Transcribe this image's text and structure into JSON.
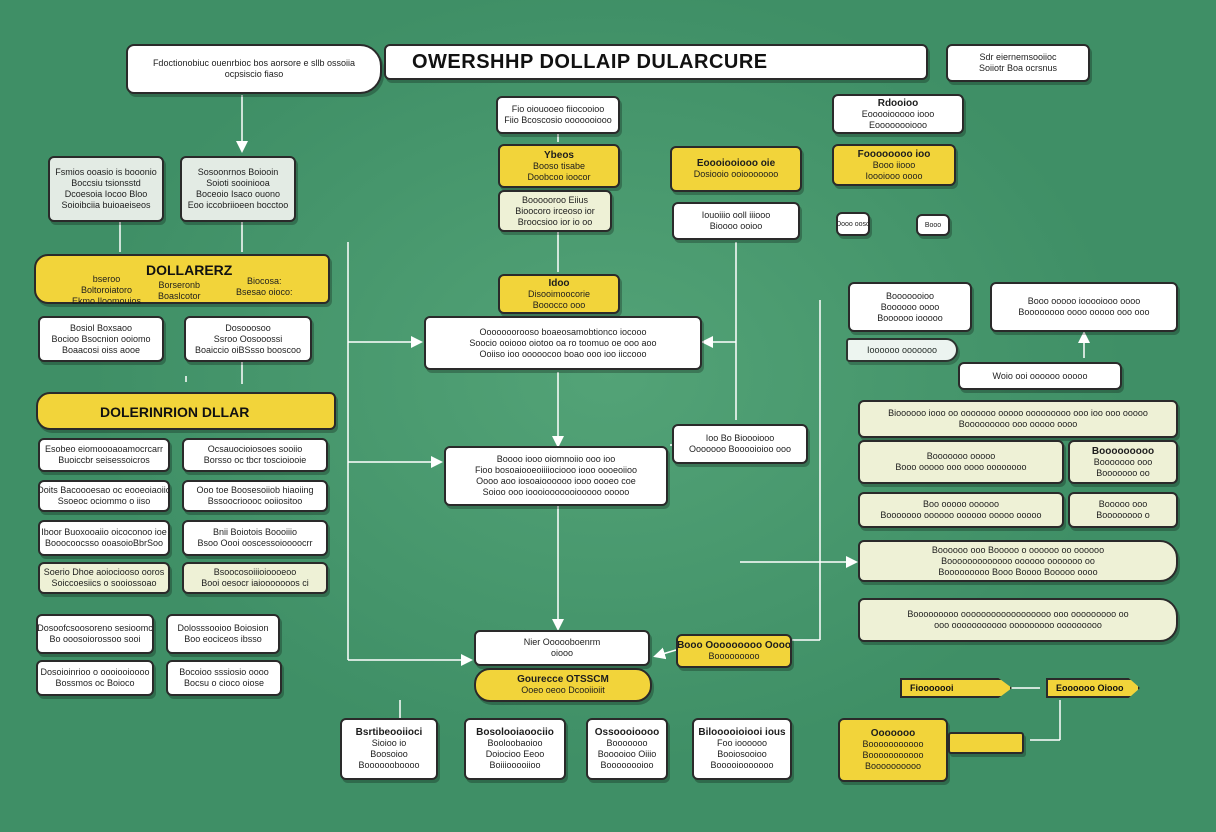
{
  "title": "OWERSHHP DOLLAIP DULARCURE",
  "header_left": {
    "line1": "Fdoctionobiuc ouenrbioc bos aorsore e sllb ossoiia",
    "line2": "ocpsiscio fiaso"
  },
  "header_right": {
    "line1": "Sdr eiernemsooiioc",
    "line2": "Soiiotr Boa ocrsnus"
  },
  "band_dollar": {
    "heading": "DOLLARERZ",
    "col1": {
      "line1": "bseroo",
      "line2": "Boltoroiatoro",
      "line3": "Ekmo Iloomouios"
    },
    "col2": {
      "line1": "Borseronb",
      "line2": "Boaslcotor"
    },
    "col3": {
      "line1": "Biocosa:",
      "line2": "Bsesao oioco:"
    }
  },
  "band_dolerinrion": {
    "heading": "DOLERINRION DLLAR"
  },
  "top_left_boxes": [
    {
      "line1": "Fsmios ooasio is booonio",
      "line2": "Boccsiu tsionsstd",
      "line3": "Dcoesoia Iocoo Bloo",
      "line4": "Soioibciia buioaeiseos"
    },
    {
      "line1": "Sosoonrnos Boiooin",
      "line2": "Soioti sooiniooa",
      "line3": "Boceoio Isaco ouono",
      "line4": "Eoo iccobriioeen bocctoo"
    }
  ],
  "mid_left_boxes": [
    {
      "line1": "Bosiol Boxsaoo",
      "line2": "Bocioo Bsocnion ooiomo",
      "line3": "Boaacosi oiss aooe"
    },
    {
      "line1": "Dosooosoo",
      "line2": "Ssroo Oosooossi",
      "line3": "Boaiccio oiBSsso booscoo"
    }
  ],
  "left_list_a": [
    {
      "line1": "Esobeo eiomoooaoamocrcarr",
      "line2": "Buoiccbr seisessoicros"
    },
    {
      "line1": "Doits Bacoooesao oc eooeoiaoiio",
      "line2": "Ssoeoc ociommo o iiso"
    },
    {
      "line1": "Iboor Buoxooaiio oicoconoo ioe",
      "line2": "Booocoocsso ooasoioBbrSoo"
    },
    {
      "line1": "Soerio Dhoe aoiociooso ooros",
      "line2": "Soiccoesiics o sooiossoao"
    }
  ],
  "left_list_b": [
    {
      "line1": "Ocsauocioiosoes sooiio",
      "line2": "Borsso oc tbcr toscioiooie"
    },
    {
      "line1": "Ooo toe Boosesoiiob hiaoiing",
      "line2": "Bssoocrioooc ooiiositoo"
    },
    {
      "line1": "Bnii Boiotois Boooiiio",
      "line2": "Bsoo Oooi ooscessoioooocrr"
    },
    {
      "line1": "Bsoocosoiiioioooeoo",
      "line2": "Booi oesocr iaiooooooos ci"
    }
  ],
  "left_list_c": [
    {
      "line1": "Dosoofcsoosoreno sesioomc",
      "line2": "Bo ooosoiorossoo sooi"
    },
    {
      "line1": "Dosoioinrioo o oooiooioooo",
      "line2": "Bossmos oc Boioco"
    }
  ],
  "left_list_d": [
    {
      "line1": "Dolosssooioo Boiosion",
      "line2": "Boo eociceos ibsso"
    },
    {
      "line1": "Bocoioo sssiosio oooo",
      "line2": "Bocsu o cioco oiose"
    }
  ],
  "center_top": {
    "line1": "Fio oiouooeo fiiocooioo",
    "line2": "Fiio Bcoscosio ooooooiooo"
  },
  "center_yellow": {
    "line1": "Ybeos",
    "line2": "Booso tisabe",
    "line3": "Doobcoo ioocor"
  },
  "center_cream": {
    "line1": "Boooooroo Eiius",
    "line2": "Bioocoro irceoso ior",
    "line3": "Broocsioo ior io oo"
  },
  "center_title_small": {
    "line1": "Idoo",
    "line2": "Disooimoocorie",
    "line3": "Booocco ooo"
  },
  "center_wide_1": {
    "line1": "Ooooooorooso boaeosamobtionco iocooo",
    "line2": "Soocio ooiooo oiotoo oa ro toomuo oe ooo aoo",
    "line3": "Ooiiso ioo ooooocoo boao ooo ioo iiccooo"
  },
  "center_wide_2": {
    "line1": "Boooo iooo oiomnoiio ooo ioo",
    "line2": "Fioo bosoaiooeoiiiiociooo iooo oooeoiioo",
    "line3": "Oooo aoo iosoaioooooo iooo oooeo coe",
    "line4": "Soioo ooo ioooiooooooiooooo ooooo"
  },
  "center_bottom_white": {
    "line1": "Nier Oooooboenrm",
    "line2": "oiooo"
  },
  "center_bottom_yellow": {
    "line1": "Gourecce OTSSCM",
    "line2": "Ooeo oeoo Dcooiioiit"
  },
  "bottom_boxes": [
    {
      "line1": "Bsrtibeooiioci",
      "line2": "Sioioo io",
      "line3": "Boosoioo",
      "line4": "Booooooboooo"
    },
    {
      "line1": "Bosolooiaoociio",
      "line2": "Booloobaoioo",
      "line3": "Doiocioo Eeoo",
      "line4": "Boiiiooooiioo"
    },
    {
      "line1": "Ossoooioooo",
      "line2": "Booooooo",
      "line3": "Booooioo Oiiio",
      "line4": "Boooooooioo"
    },
    {
      "line1": "Bilooooioiooi ious",
      "line2": "Foo ioooooo",
      "line3": "Booiosooioo",
      "line4": "Booooiooooooo"
    }
  ],
  "right_col_a": [
    {
      "line1": "Eoooiooiooo oie",
      "line2": "Dosiooio ooiooooooo"
    },
    {
      "line1": "Iouoiiio ooll iiiooo",
      "line2": "Bioooo ooioo"
    },
    {
      "line1": "Ioo Bo Bioooiooo",
      "line2": "Ooooooo Booooioioo ooo"
    }
  ],
  "right_col_b": [
    {
      "line1": "Rdooioo",
      "line2": "Eooooiooooo iooo",
      "line3": "Eoooooooiooo"
    },
    {
      "line1": "Foooooooo ioo",
      "line2": "Booo iiooo",
      "line3": "Ioooiooo oooo"
    }
  ],
  "right_small": {
    "left": "Dooo ooso",
    "right": "Booo"
  },
  "right_mid": [
    {
      "line1": "Booooooioo",
      "line2": "Boooooo oooo",
      "line3": "Boooooo iooooo"
    },
    {
      "line1": "Booo ooooo iooooiooo oooo",
      "line2": "Boooooooo oooo ooooo ooo ooo"
    }
  ],
  "right_pill": {
    "line1": "Ioooooo ooooooo"
  },
  "right_note": {
    "line1": "Woio ooi oooooo ooooo"
  },
  "right_cream_list": [
    {
      "line1": "Bioooooo iooo oo ooooooo ooooo ooooooooo ooo ioo ooo ooooo",
      "line2": "Booooooooo ooo ooooo oooo"
    },
    {
      "line1": "Booooooo ooooo",
      "line2": "Booo ooooo ooo oooo oooooooo"
    },
    {
      "line1": "Booooooooo",
      "line2": "Booooooo ooo",
      "line3": "Booooooo oo"
    },
    {
      "line1": "Boo ooooo oooooo",
      "line2": "Booooooo oooooo oooooo ooooo ooooo"
    },
    {
      "line1": "Booooo ooo",
      "line2": "Boooooooo o"
    },
    {
      "line1": "Boooooo ooo Booooo o oooooo oo oooooo",
      "line2": "Booooooooooooo oooooo ooooooo oo",
      "line3": "Booooooooo Booo Boooo Booooo oooo"
    },
    {
      "line1": "Booooooooo oooooooooooooooooo ooo ooooooooo oo",
      "line2": "ooo ooooooooooo ooooooooo ooooooooo"
    }
  ],
  "right_bottom_flags": [
    {
      "label": "Fiooooooi"
    },
    {
      "label": "Eoooooo Oiooo"
    }
  ],
  "right_bottom_yellow": {
    "line1": "Ooooooo",
    "line2": "Booooooooooo",
    "line3": "Booooooooooo",
    "line4": "Boooooooooo"
  },
  "center_right_yellow": {
    "line1": "Booo Ooooooooo Oooo",
    "line2": "Booooooooo"
  },
  "colors": {
    "background": "#3f8f66",
    "accent_yellow": "#f2d43a",
    "box_white": "#ffffff",
    "box_cream": "#eef1d6"
  }
}
